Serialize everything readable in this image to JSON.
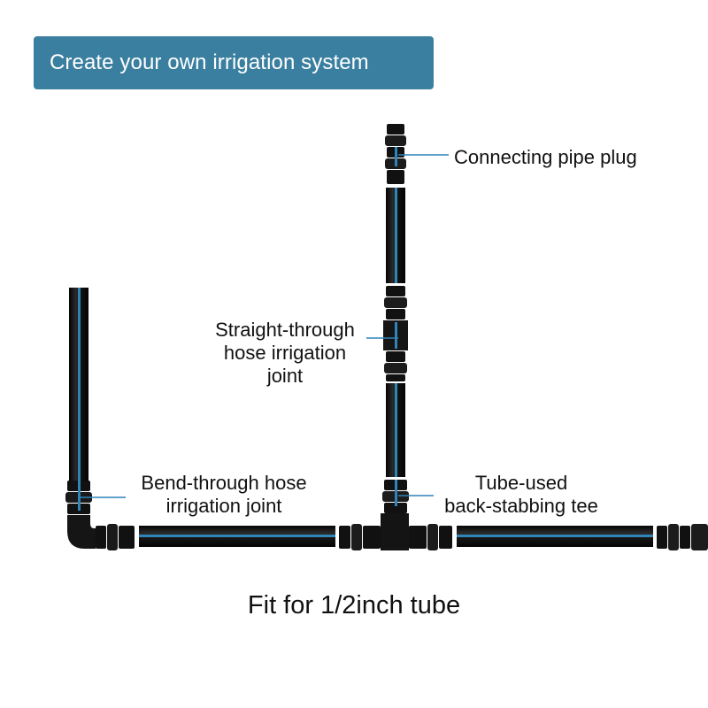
{
  "banner": {
    "title": "Create your own irrigation system",
    "color": "#3a7f9f"
  },
  "labels": {
    "pipe_plug": "Connecting pipe plug",
    "straight_joint_line1": "Straight-through",
    "straight_joint_line2": "hose irrigation",
    "straight_joint_line3": "joint",
    "bend_joint_line1": "Bend-through hose",
    "bend_joint_line2": "irrigation joint",
    "tee_line1": "Tube-used",
    "tee_line2": "back-stabbing tee"
  },
  "footer": {
    "text": "Fit for 1/2inch tube"
  },
  "colors": {
    "pipe": "#141414",
    "stripe": "#2f84b8",
    "leader": "#2f84b8"
  }
}
